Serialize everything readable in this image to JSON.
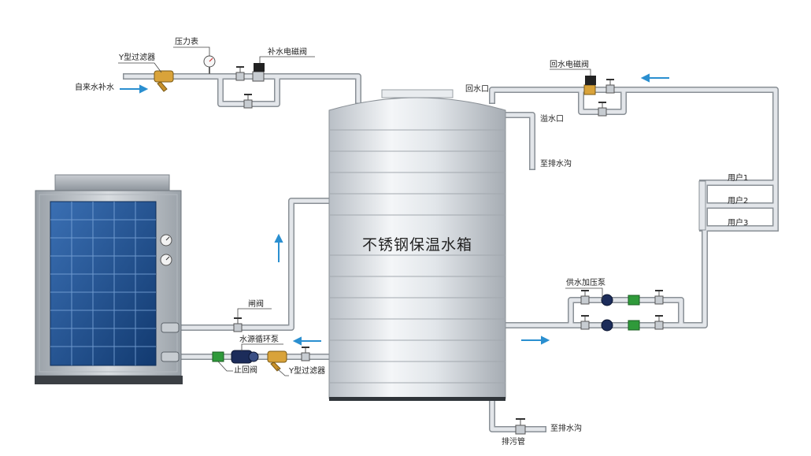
{
  "labels": {
    "y_filter_top": "Y型过滤器",
    "pressure_gauge": "压力表",
    "makeup_solenoid": "补水电磁阀",
    "city_water": "自来水补水",
    "return_solenoid": "回水电磁阀",
    "return_port": "回水口",
    "overflow_port": "溢水口",
    "to_drain_top": "至排水沟",
    "user1": "用户1",
    "user2": "用户2",
    "user3": "用户3",
    "tank": "不锈钢保温水箱",
    "supply_pump": "供水加压泵",
    "gate_valve": "闸阀",
    "circ_pump": "水源循环泵",
    "check_valve": "止回阀",
    "y_filter_bottom": "Y型过滤器",
    "sewage_pipe": "排污管",
    "to_drain_bottom": "至排水沟"
  },
  "colors": {
    "pipe": "#e3e6ea",
    "pipe_edge": "#8a9096",
    "arrow": "#2a8fd0",
    "panel": "#1f4f8f",
    "valve_green": "#2f9a3a",
    "pump_navy": "#1c2c5a",
    "brass": "#d9a33a"
  }
}
